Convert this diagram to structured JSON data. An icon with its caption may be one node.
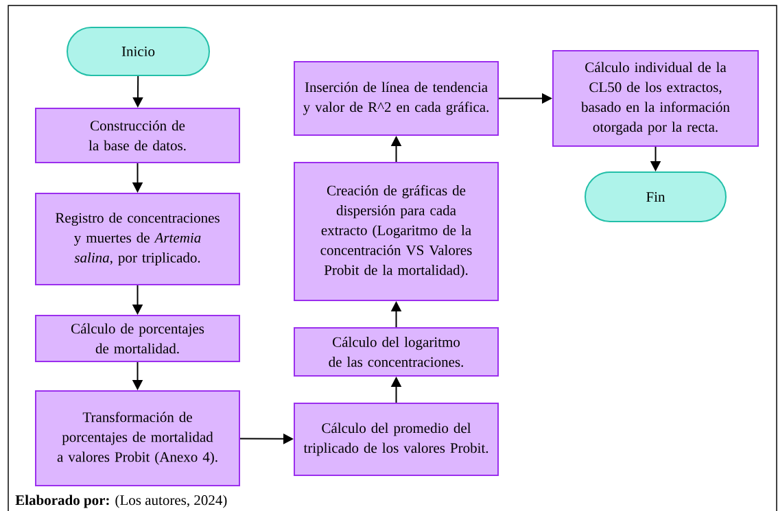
{
  "diagram": {
    "caption": "**Elaborado por:** (Los autores, 2024)",
    "nodes": [
      {
        "text": [
          "Inicio"
        ]
      },
      {
        "text": [
          "Construcción de la base de datos."
        ]
      },
      {
        "text": [
          "Registro de concentraciones y muertes de *Artemia salina*, por triplicado."
        ]
      },
      {
        "text": [
          "Cálculo de porcentajes de mortalidad."
        ]
      },
      {
        "text": [
          "Transformación de porcentajes de mortalidad a valores Probit (Anexo 4)."
        ]
      },
      {
        "text": [
          "Cálculo del promedio del triplicado de los valores Probit."
        ]
      },
      {
        "text": [
          "Cálculo del logaritmo de las concentraciones."
        ]
      },
      {
        "text": [
          "Creación de gráficas de dispersión para cada extracto (Logaritmo de la concentración VS Valores Probit de la mortalidad)."
        ]
      },
      {
        "text": [
          "Inserción de línea de tendencia y valor de R^2 en cada gráfica."
        ]
      },
      {
        "text": [
          "Cálculo individual de la CL50 de los extractos, basado en la información otorgada por la recta."
        ]
      },
      {
        "text": [
          "Fin"
        ]
      }
    ],
    "edges": [
      {
        "from": 0,
        "to": 1,
        "arrow": "to"
      },
      {
        "from": 1,
        "to": 2,
        "arrow": "to"
      },
      {
        "from": 2,
        "to": 3,
        "arrow": "to"
      },
      {
        "from": 3,
        "to": 4,
        "arrow": "to"
      },
      {
        "from": 4,
        "to": 5,
        "arrow": "to"
      },
      {
        "from": 5,
        "to": 6,
        "arrow": "to"
      },
      {
        "from": 6,
        "to": 7,
        "arrow": "to"
      },
      {
        "from": 7,
        "to": 8,
        "arrow": "to"
      },
      {
        "from": 8,
        "to": 9,
        "arrow": "to"
      },
      {
        "from": 9,
        "to": 10,
        "arrow": "to"
      }
    ]
  }
}
